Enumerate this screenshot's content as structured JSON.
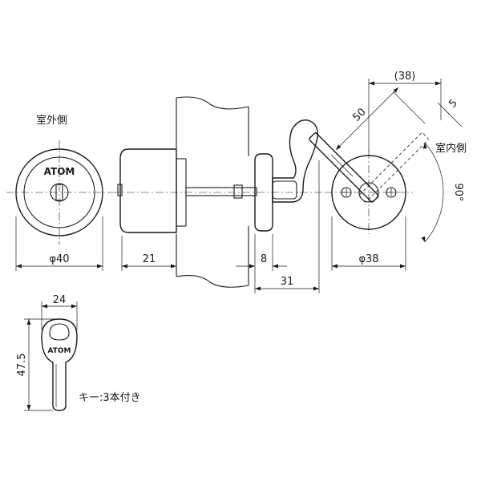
{
  "labels": {
    "outer_side": "室外側",
    "inner_side": "室内側",
    "brand_cylinder": "ATOM",
    "brand_key": "ATOM",
    "key_note": "キー:3本付き"
  },
  "dimensions": {
    "cylinder_diameter": "φ40",
    "body_length": "21",
    "knob_base_thickness": "8",
    "knob_projection": "31",
    "base_diameter": "φ38",
    "lever_length": "50",
    "lever_reach": "(38)",
    "lever_width": "5",
    "rotation_angle": "90°",
    "key_width": "24",
    "key_length": "47.5"
  }
}
